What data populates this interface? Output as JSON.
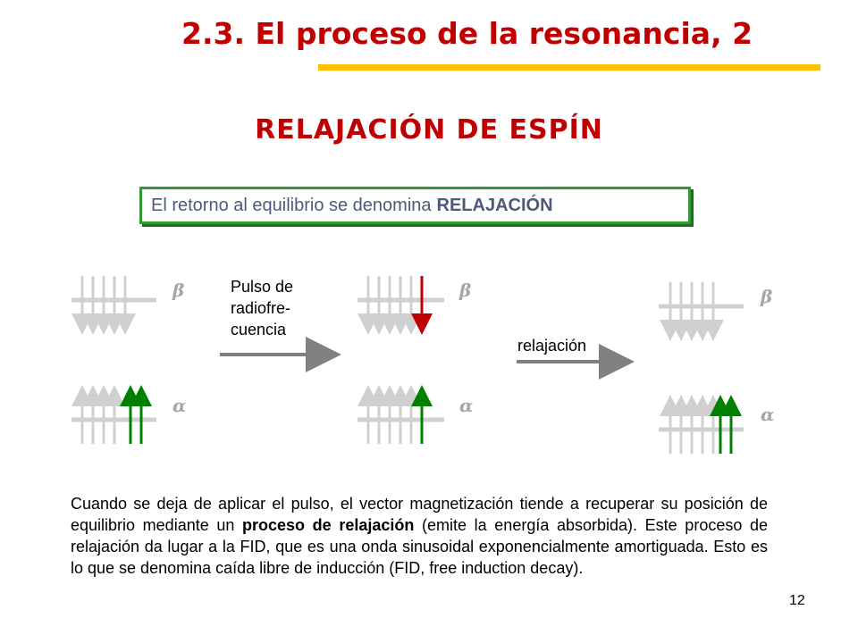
{
  "slide": {
    "title": "2.3. El proceso de la resonancia, 2",
    "subtitle": "RELAJACIÓN DE ESPÍN",
    "box": {
      "text": "El retorno al equilibrio se denomina",
      "bold": "RELAJACIÓN"
    },
    "labels": {
      "pulse": [
        "Pulso de",
        "radiofre-",
        "cuencia"
      ],
      "relaxation": "relajación",
      "beta": "β",
      "alpha": "α"
    },
    "paragraph": {
      "part1": "Cuando se deja de aplicar el pulso, el vector magnetización tiende a recuperar su posición de equilibrio mediante un",
      "bold": "proceso de relajación",
      "part2": "(emite la energía absorbida). Este proceso de relajación da lugar a la FID, que es una onda sinusoidal exponencialmente amortiguada. Esto es lo que se denomina caída libre de inducción (FID, free induction decay)."
    },
    "page_number": "12",
    "colors": {
      "title": "#c00000",
      "underline": "#ffc000",
      "box_border": "#339933",
      "spin_gray": "#d0d0d0",
      "spin_green": "#008000",
      "spin_red": "#c00000",
      "arrow": "#808080"
    }
  }
}
